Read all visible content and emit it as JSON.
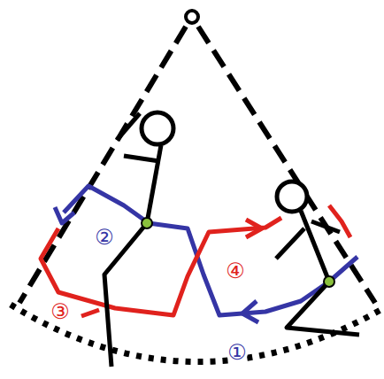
{
  "diagram": {
    "labels": [
      "②",
      "③",
      "④",
      "①"
    ]
  }
}
